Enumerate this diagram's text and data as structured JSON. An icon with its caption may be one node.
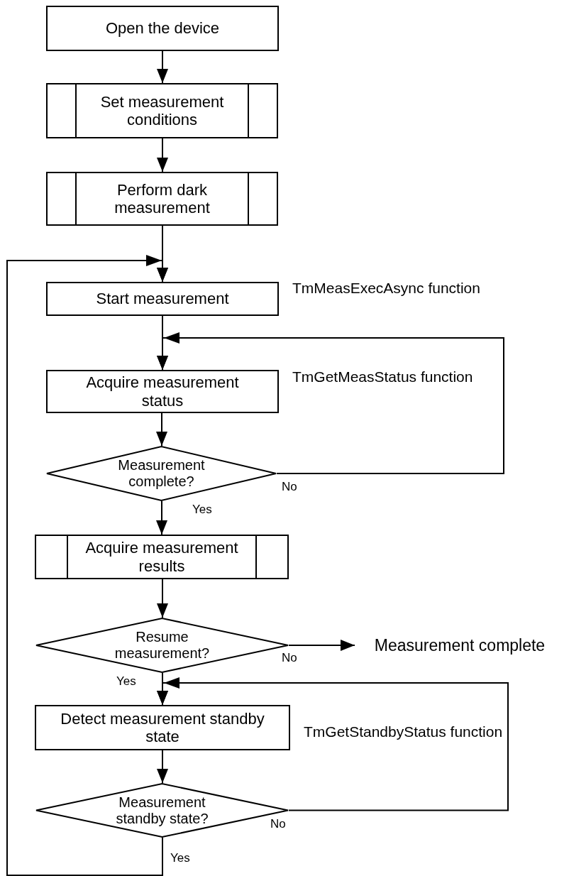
{
  "diagram": {
    "nodes": [
      {
        "text": [
          "Open the device"
        ]
      },
      {
        "text": [
          "Set measurement conditions"
        ]
      },
      {
        "text": [
          "Perform dark measurement"
        ]
      },
      {
        "text": [
          "Start measurement"
        ],
        "beside": [
          "TmMeasExecAsync function"
        ]
      },
      {
        "text": [
          "Acquire measurement status"
        ],
        "beside": [
          "TmGetMeasStatus function"
        ]
      },
      {
        "text": [
          "Measurement complete?"
        ]
      },
      {
        "text": [
          "Acquire measurement results"
        ]
      },
      {
        "text": [
          "Resume measurement?"
        ]
      },
      {
        "text": [
          "Detect measurement standby state"
        ],
        "beside": [
          "TmGetStandbyStatus function"
        ]
      },
      {
        "text": [
          "Measurement standby state?"
        ]
      },
      {
        "text": [
          "Measurement complete"
        ]
      }
    ],
    "edges": [
      {
        "from": 0,
        "to": 1,
        "arrow": "to"
      },
      {
        "from": 1,
        "to": 2,
        "arrow": "to"
      },
      {
        "from": 2,
        "to": 3,
        "arrow": "to"
      },
      {
        "from": 3,
        "to": 4,
        "arrow": "to"
      },
      {
        "from": 4,
        "to": 5,
        "arrow": "to"
      },
      {
        "from": 5,
        "to": 4,
        "arrow": "to",
        "label": "No"
      },
      {
        "from": 5,
        "to": 6,
        "arrow": "to",
        "label": "Yes"
      },
      {
        "from": 6,
        "to": 7,
        "arrow": "to"
      },
      {
        "from": 7,
        "to": 10,
        "arrow": "to",
        "label": "No"
      },
      {
        "from": 7,
        "to": 8,
        "arrow": "to",
        "label": "Yes"
      },
      {
        "from": 8,
        "to": 9,
        "arrow": "to"
      },
      {
        "from": 9,
        "to": 8,
        "arrow": "to",
        "label": "No"
      },
      {
        "from": 9,
        "to": 3,
        "arrow": "to",
        "label": "Yes"
      }
    ]
  }
}
